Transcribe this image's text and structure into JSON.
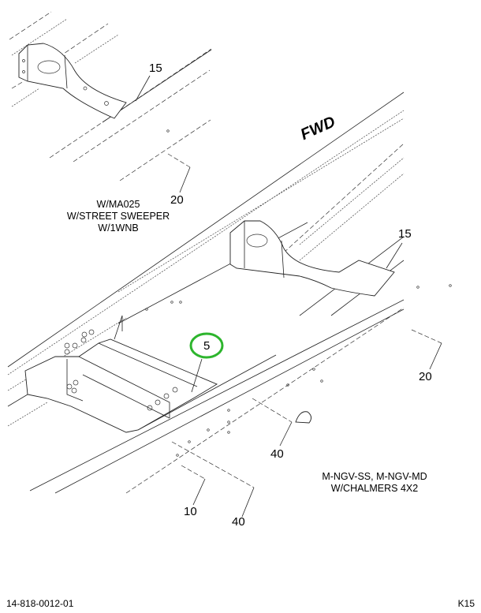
{
  "diagram": {
    "direction_label": "FWD",
    "callouts": {
      "top_crossmember": "15",
      "top_bolt": "20",
      "right_crossmember": "15",
      "bracket_highlighted": "5",
      "right_bolt": "20",
      "clip_bolt": "40",
      "lower_bolt": "10",
      "lower_long_bolt": "40"
    },
    "notes": {
      "top_variant": [
        "W/MA025",
        "W/STREET SWEEPER",
        "W/1WNB"
      ],
      "bottom_variant": [
        "M-NGV-SS, M-NGV-MD",
        "W/CHALMERS 4X2"
      ]
    },
    "highlight_color": "#2db52d"
  },
  "footer": {
    "drawing_number": "14-818-0012-01",
    "sheet_code": "K15"
  }
}
